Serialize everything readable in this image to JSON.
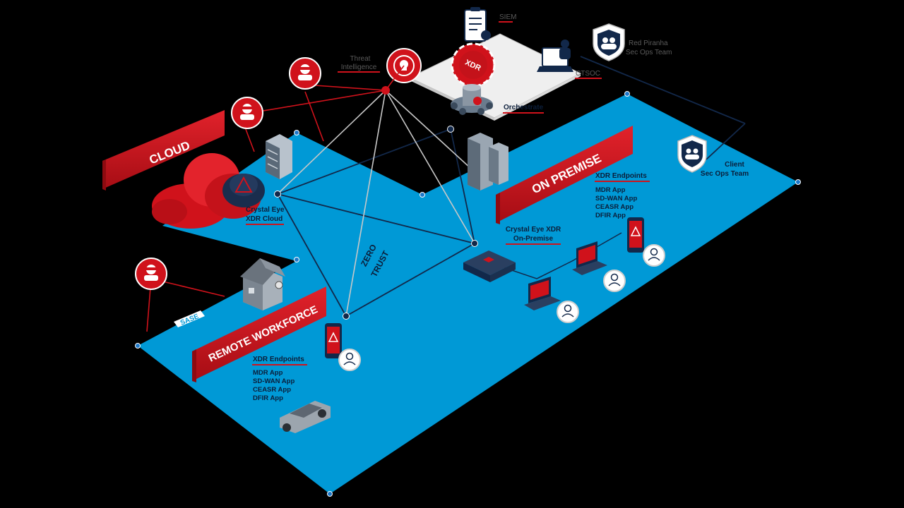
{
  "regions": {
    "cloud": "CLOUD",
    "on_premise": "ON PREMISE",
    "remote_workforce": "REMOTE WORKFORCE",
    "zero_trust_line1": "ZERO",
    "zero_trust_line2": "TRUST"
  },
  "labels": {
    "siem": "SIEM",
    "threat_intel_line1": "Threat",
    "threat_intel_line2": "Intelligence",
    "ctsoc": "CTSOC",
    "orchestrate": "Orchestrate",
    "red_piranha_line1": "Red Piranha",
    "red_piranha_line2": "Sec Ops Team",
    "client_line1": "Client",
    "client_line2": "Sec Ops Team",
    "crystal_cloud_line1": "Crystal Eye",
    "crystal_cloud_line2": "XDR Cloud",
    "crystal_onprem_line1": "Crystal Eye XDR",
    "crystal_onprem_line2": "On-Premise",
    "sase": "SASE",
    "xdr_hub": "XDR"
  },
  "onprem_endpoints": {
    "title": "XDR Endpoints",
    "apps": [
      "MDR App",
      "SD-WAN App",
      "CEASR App",
      "DFIR App"
    ]
  },
  "remote_endpoints": {
    "title": "XDR Endpoints",
    "apps": [
      "MDR App",
      "SD-WAN App",
      "CEASR App",
      "DFIR App"
    ]
  },
  "colors": {
    "floor": "#0099d6",
    "brand_red": "#d0121b",
    "navy": "#12284a",
    "panel": "#efefef"
  }
}
